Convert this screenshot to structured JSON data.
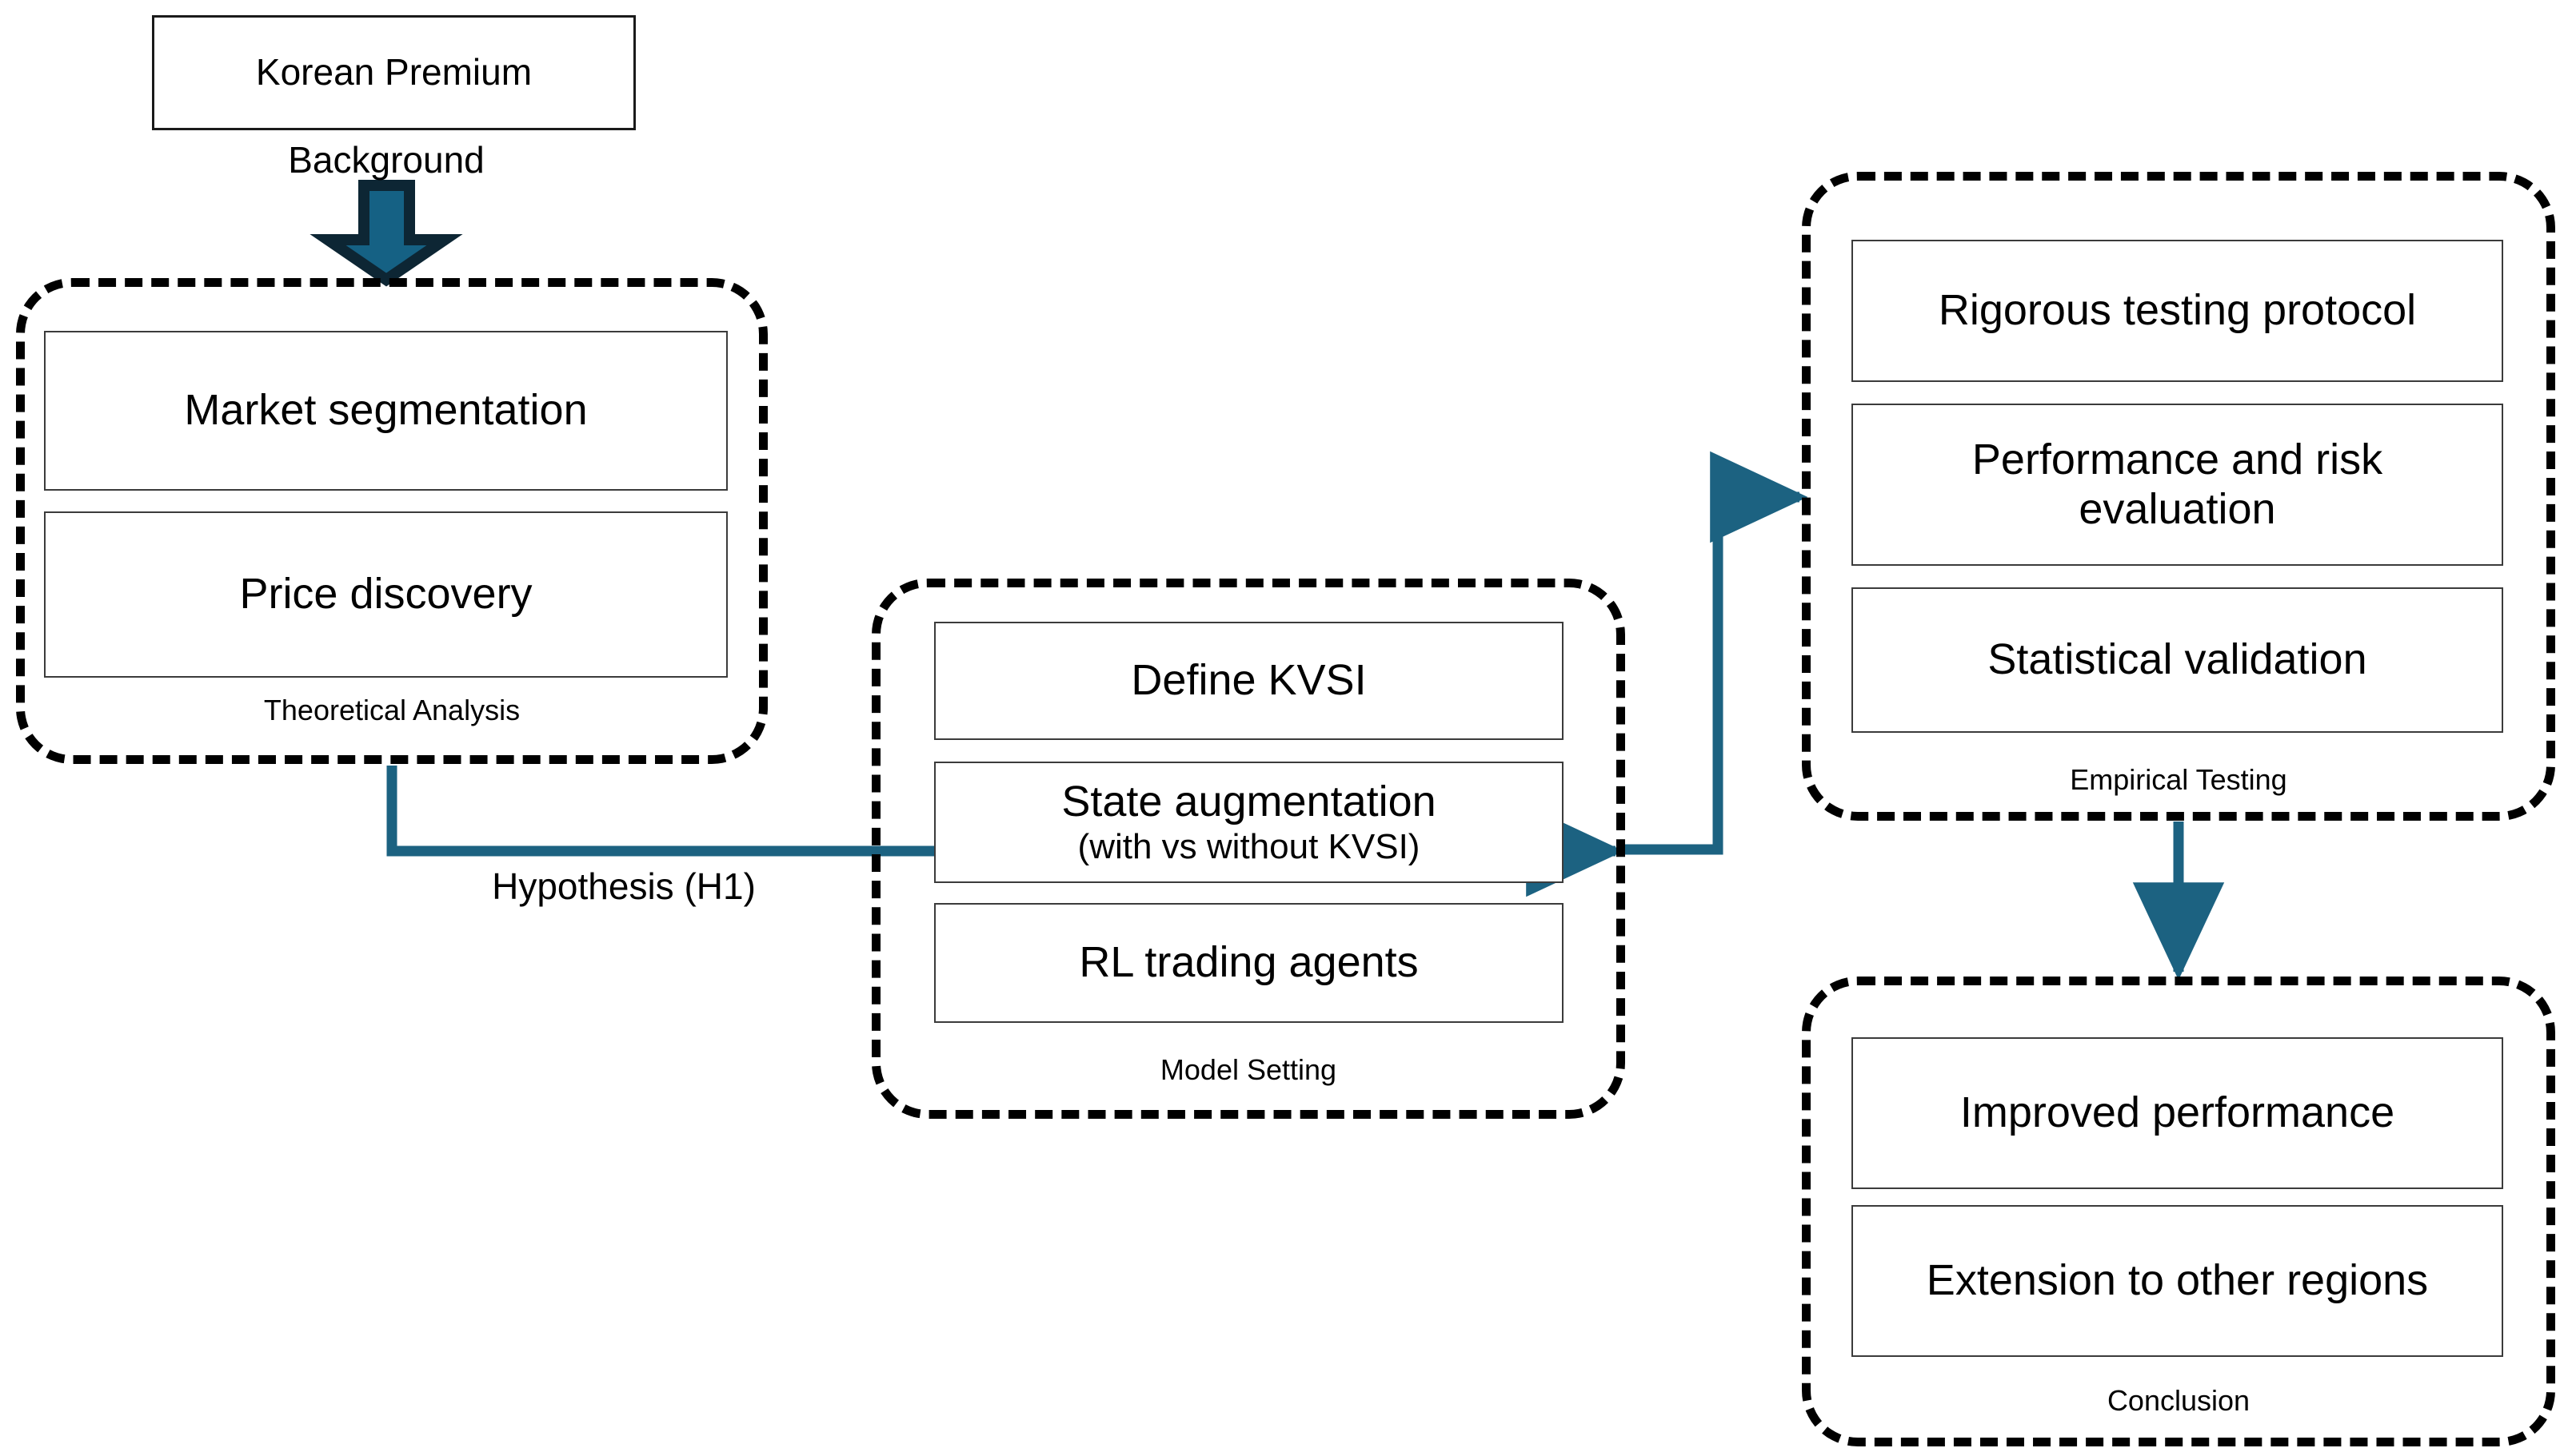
{
  "diagram": {
    "title_node": {
      "label": "Korean Premium"
    },
    "edges": {
      "background": {
        "label": "Background",
        "color": "#156184"
      },
      "hypothesis": {
        "label": "Hypothesis (H1)",
        "color": "#1c6281"
      },
      "model_to_empirical": {
        "label": "",
        "color": "#1c6281"
      },
      "empirical_to_conclusion": {
        "label": "",
        "color": "#1c6281"
      }
    },
    "groups": [
      {
        "id": "theoretical-analysis",
        "caption": "Theoretical Analysis",
        "cards": [
          {
            "label": "Market segmentation"
          },
          {
            "label": "Price discovery"
          }
        ]
      },
      {
        "id": "model-setting",
        "caption": "Model Setting",
        "cards": [
          {
            "label": "Define KVSI"
          },
          {
            "label_line1": "State augmentation",
            "label_line2": "(with vs without KVSI)"
          },
          {
            "label": "RL trading agents"
          }
        ]
      },
      {
        "id": "empirical-testing",
        "caption": "Empirical Testing",
        "cards": [
          {
            "label": "Rigorous testing protocol"
          },
          {
            "label_line1": "Performance and risk",
            "label_line2": "evaluation"
          },
          {
            "label": "Statistical validation"
          }
        ]
      },
      {
        "id": "conclusion",
        "caption": "Conclusion",
        "cards": [
          {
            "label": "Improved performance"
          },
          {
            "label": "Extension to other regions"
          }
        ]
      }
    ]
  },
  "colors": {
    "accent_teal": "#156184",
    "accent_teal_dark": "#0d2634",
    "outline_black": "#000000",
    "card_border": "#3b3b3b",
    "background": "#ffffff"
  }
}
